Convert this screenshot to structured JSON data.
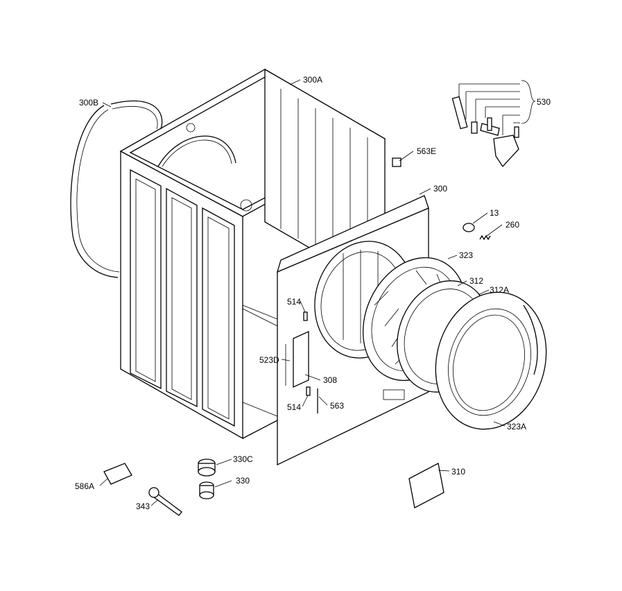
{
  "labels": {
    "l300B": "300B",
    "l300A": "300A",
    "l530": "530",
    "l563E": "563E",
    "l300": "300",
    "l13": "13",
    "l260": "260",
    "l323": "323",
    "l312": "312",
    "l312A": "312A",
    "l514a": "514",
    "l523D": "523D",
    "l308": "308",
    "l514b": "514",
    "l563": "563",
    "l323A": "323A",
    "l330C": "330C",
    "l330": "330",
    "l586A": "586A",
    "l343": "343",
    "l310": "310"
  }
}
